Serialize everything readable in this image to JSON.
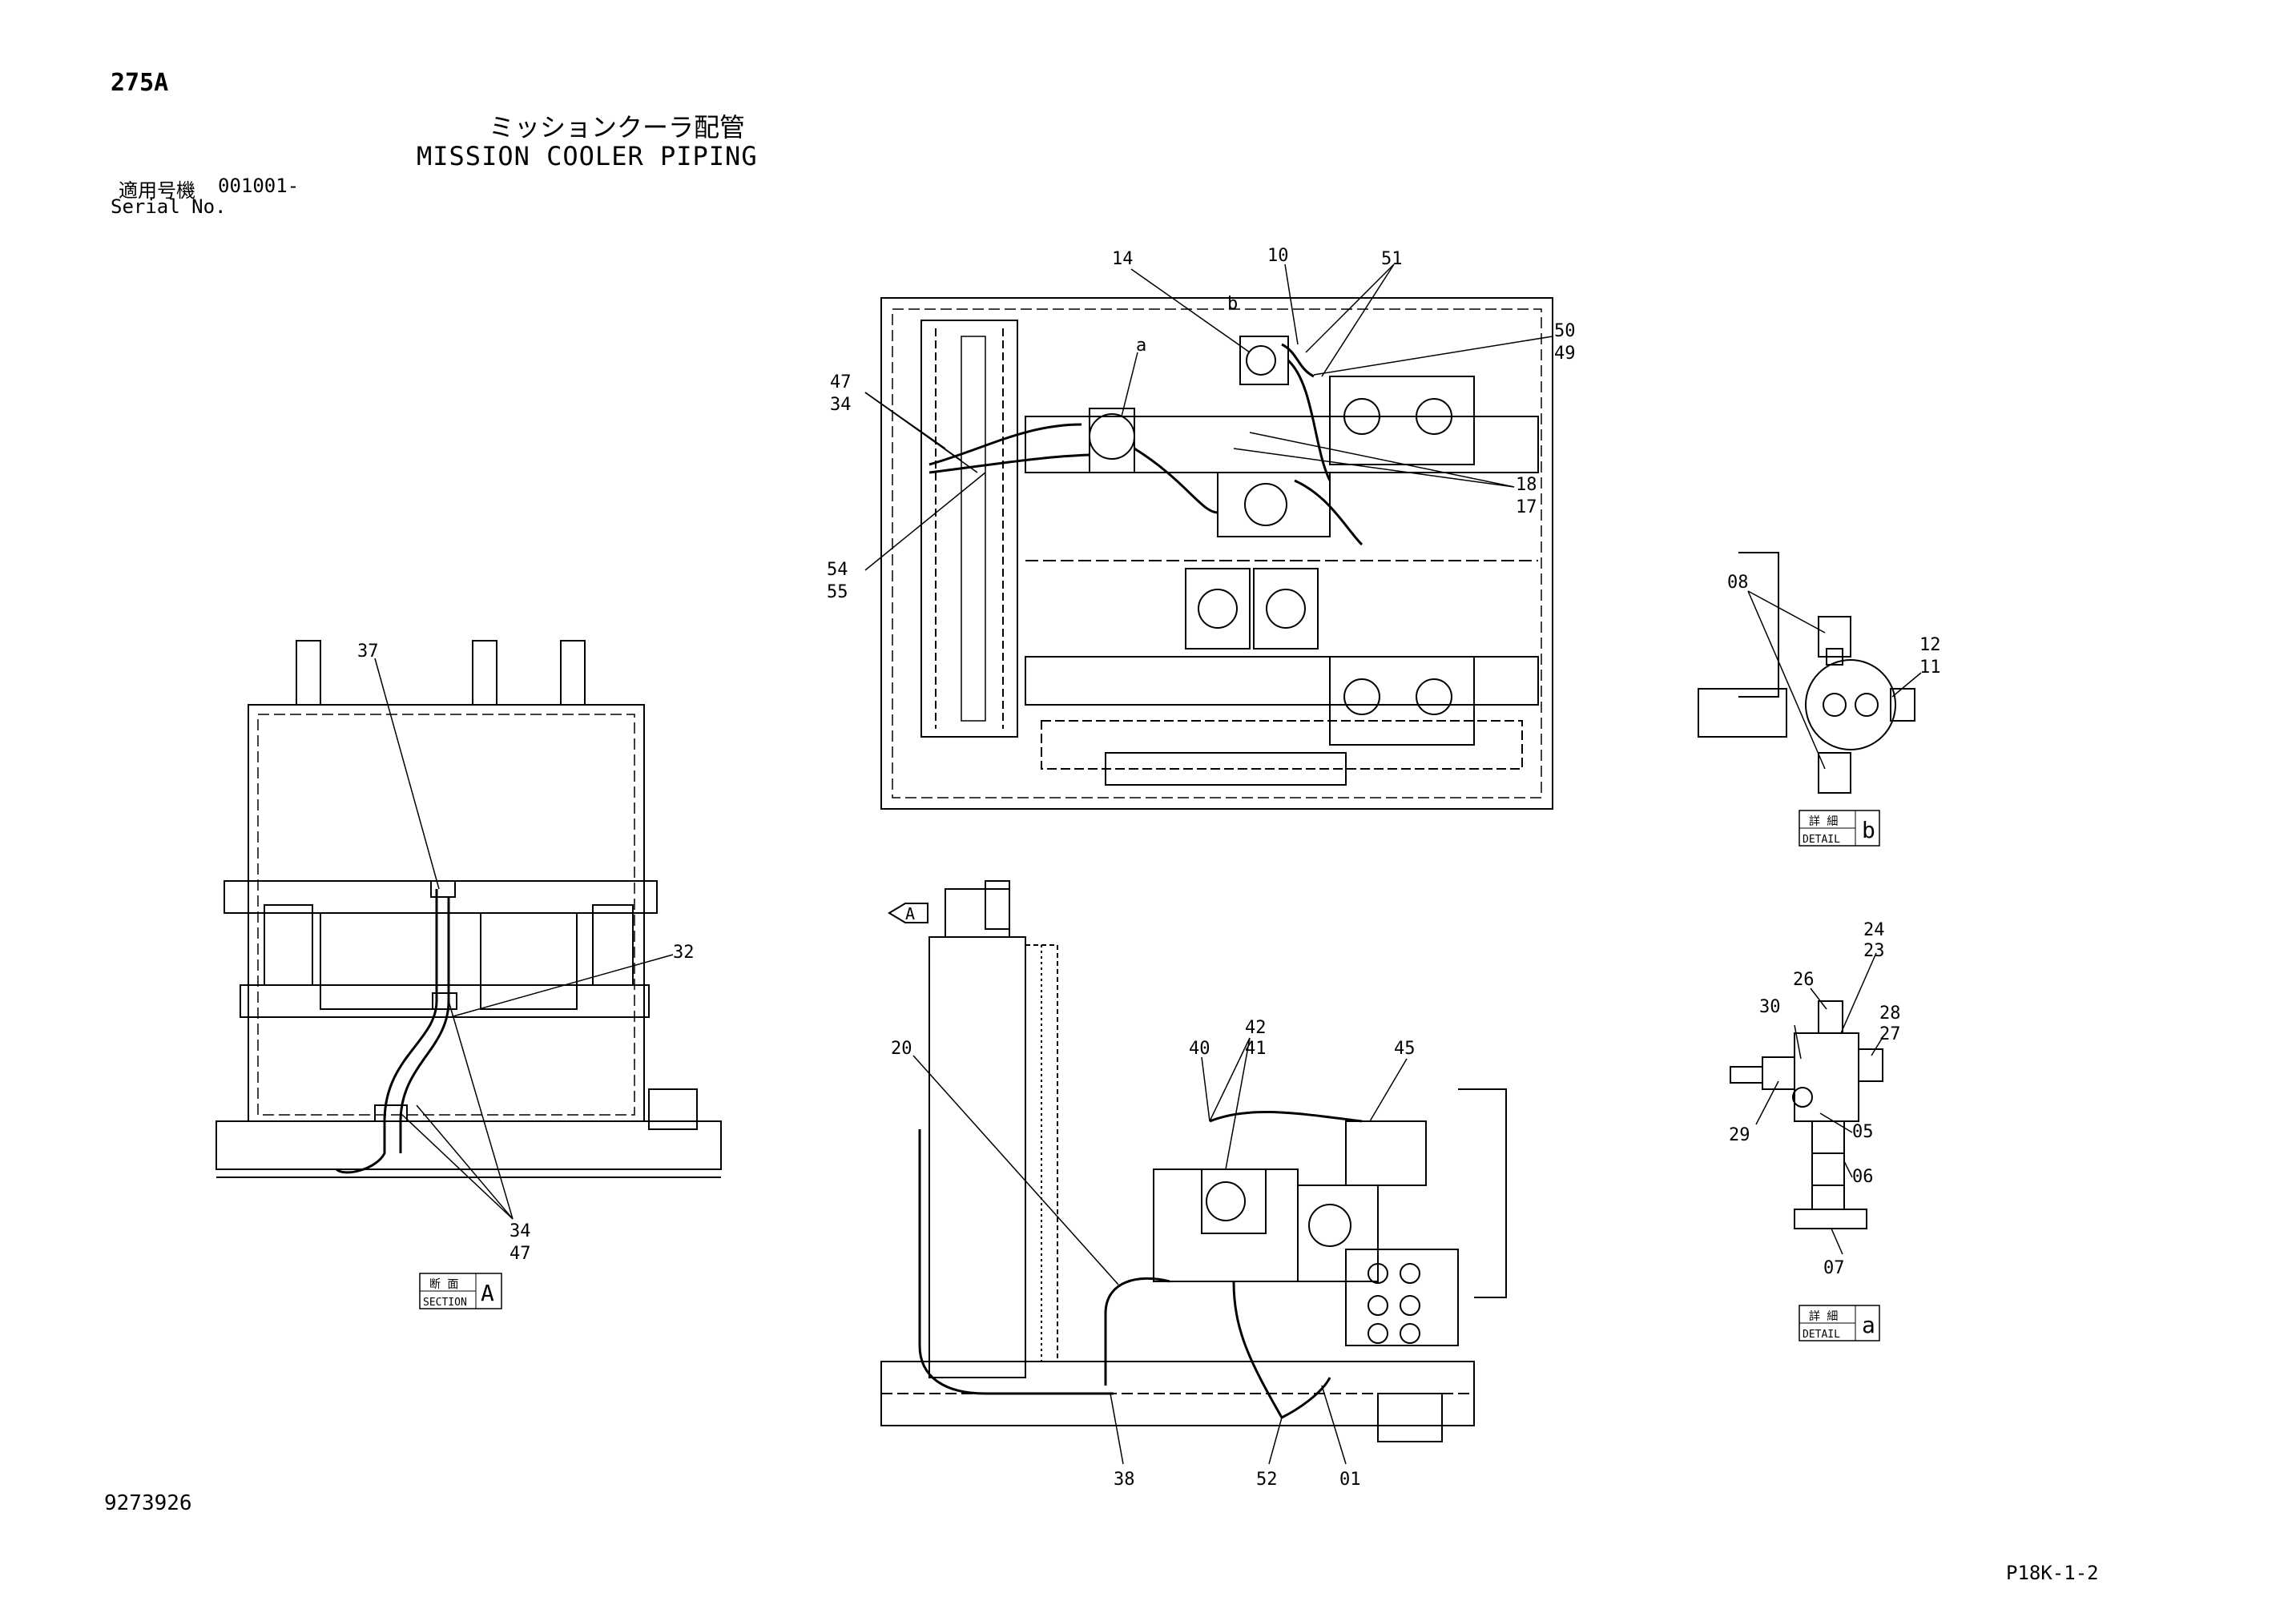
{
  "header": {
    "page_code": "275A",
    "title_jp": "ミッションクーラ配管",
    "title_en": "MISSION COOLER PIPING",
    "serial_label_jp": "適用号機",
    "serial_label_en": "Serial No.",
    "serial_range": "001001-"
  },
  "footer": {
    "drawing_number": "9273926",
    "sheet_ref": "P18K-1-2"
  },
  "views": {
    "top": {
      "callouts": [
        "14",
        "10",
        "51",
        "b",
        "50",
        "49",
        "47",
        "34",
        "a",
        "18",
        "17",
        "54",
        "55"
      ]
    },
    "section_a": {
      "callouts": [
        "37",
        "32",
        "34",
        "47"
      ],
      "tag_jp": "断 面",
      "tag_en": "SECTION",
      "tag_letter": "A"
    },
    "side": {
      "view_marker": "A",
      "callouts": [
        "20",
        "42",
        "41",
        "40",
        "45",
        "38",
        "52",
        "01"
      ]
    },
    "detail_b": {
      "callouts": [
        "08",
        "12",
        "11"
      ],
      "tag_jp": "詳 細",
      "tag_en": "DETAIL",
      "tag_letter": "b"
    },
    "detail_a": {
      "callouts": [
        "24",
        "23",
        "26",
        "30",
        "28",
        "27",
        "29",
        "05",
        "06",
        "07"
      ],
      "tag_jp": "詳 細",
      "tag_en": "DETAIL",
      "tag_letter": "a"
    }
  }
}
